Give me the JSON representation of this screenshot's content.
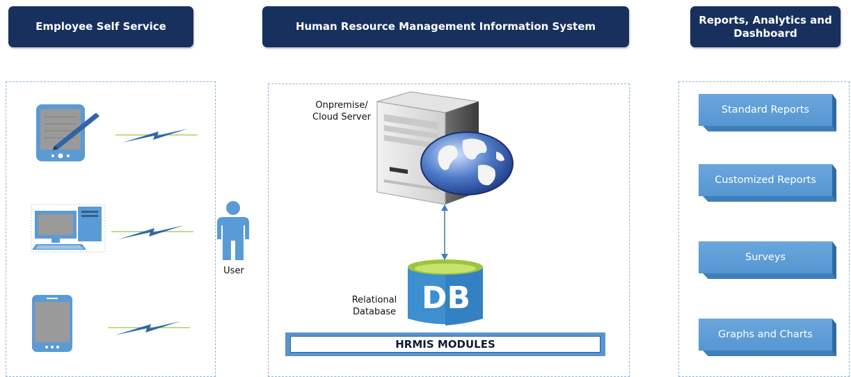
{
  "headers": {
    "left": "Employee Self Service",
    "center": "Human Resource Management Information System",
    "right": "Reports, Analytics and Dashboard"
  },
  "center": {
    "server_label": "Onpremise/\nCloud Server",
    "db_label": "Relational\nDatabase",
    "db_text": "DB",
    "modules": "HRMIS MODULES"
  },
  "user_label": "User",
  "reports": [
    "Standard Reports",
    "Customized Reports",
    "Surveys",
    "Graphs and Charts"
  ],
  "icons": [
    "tablet-icon",
    "desktop-computer-icon",
    "smartphone-icon",
    "user-icon",
    "server-icon",
    "globe-icon",
    "database-icon",
    "lightning-icon"
  ],
  "colors": {
    "header_bg": "#17305e",
    "button_bg": "#5b9bd5",
    "panel_border": "#8fb4d6",
    "db_blue": "#3d8fcf",
    "db_top": "#9bc53d"
  }
}
